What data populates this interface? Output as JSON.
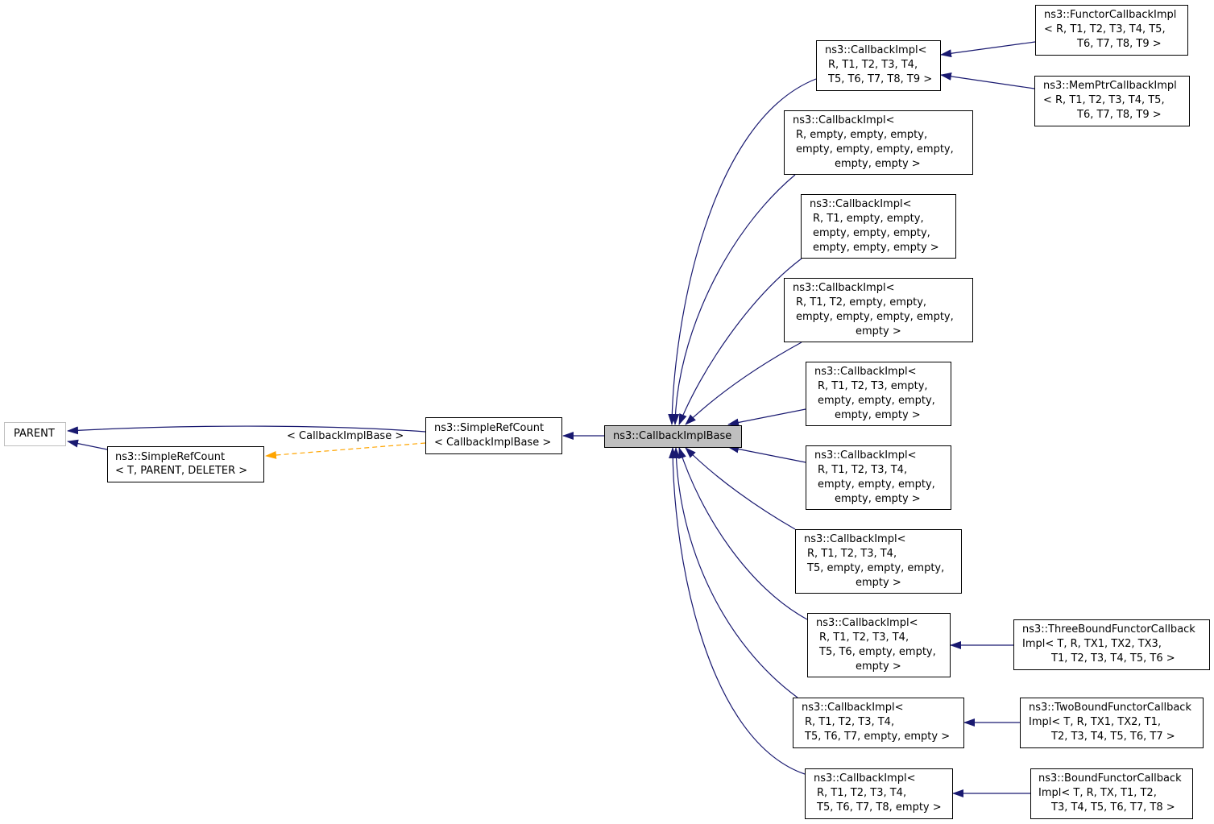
{
  "nodes": {
    "parent": {
      "lines": [
        "PARENT"
      ]
    },
    "simple_ref_count_template": {
      "lines": [
        "ns3::SimpleRefCount",
        "< T, PARENT, DELETER >"
      ]
    },
    "simple_ref_count_cib": {
      "lines": [
        "ns3::SimpleRefCount",
        "< CallbackImplBase >"
      ]
    },
    "callback_impl_base": {
      "lines": [
        "ns3::CallbackImplBase"
      ]
    },
    "ci_t9": {
      "lines": [
        "ns3::CallbackImpl<",
        "R, T1, T2, T3, T4,",
        "T5, T6, T7, T8, T9 >"
      ]
    },
    "functor_callback_impl": {
      "lines": [
        "ns3::FunctorCallbackImpl",
        "< R, T1, T2, T3, T4, T5,",
        "T6, T7, T8, T9 >"
      ]
    },
    "memptr_callback_impl": {
      "lines": [
        "ns3::MemPtrCallbackImpl",
        "< R, T1, T2, T3, T4, T5,",
        "T6, T7, T8, T9 >"
      ]
    },
    "ci_t0": {
      "lines": [
        "ns3::CallbackImpl<",
        "R, empty, empty, empty,",
        "empty, empty, empty, empty,",
        "empty, empty >"
      ]
    },
    "ci_t1": {
      "lines": [
        "ns3::CallbackImpl<",
        "R, T1, empty, empty,",
        "empty, empty, empty,",
        "empty, empty, empty >"
      ]
    },
    "ci_t2": {
      "lines": [
        "ns3::CallbackImpl<",
        "R, T1, T2, empty, empty,",
        "empty, empty, empty, empty,",
        "empty >"
      ]
    },
    "ci_t3": {
      "lines": [
        "ns3::CallbackImpl<",
        "R, T1, T2, T3, empty,",
        "empty, empty, empty,",
        "empty, empty >"
      ]
    },
    "ci_t4": {
      "lines": [
        "ns3::CallbackImpl<",
        "R, T1, T2, T3, T4,",
        "empty, empty, empty,",
        "empty, empty >"
      ]
    },
    "ci_t5": {
      "lines": [
        "ns3::CallbackImpl<",
        "R, T1, T2, T3, T4,",
        "T5, empty, empty, empty,",
        "empty >"
      ]
    },
    "ci_t6": {
      "lines": [
        "ns3::CallbackImpl<",
        "R, T1, T2, T3, T4,",
        "T5, T6, empty, empty,",
        "empty >"
      ]
    },
    "three_bound": {
      "lines": [
        "ns3::ThreeBoundFunctorCallback",
        "Impl< T, R, TX1, TX2, TX3,",
        "T1, T2, T3, T4, T5, T6 >"
      ]
    },
    "ci_t7": {
      "lines": [
        "ns3::CallbackImpl<",
        "R, T1, T2, T3, T4,",
        "T5, T6, T7, empty, empty >"
      ]
    },
    "two_bound": {
      "lines": [
        "ns3::TwoBoundFunctorCallback",
        "Impl< T, R, TX1, TX2, T1,",
        "T2, T3, T4, T5, T6, T7 >"
      ]
    },
    "ci_t8": {
      "lines": [
        "ns3::CallbackImpl<",
        "R, T1, T2, T3, T4,",
        "T5, T6, T7, T8, empty >"
      ]
    },
    "bound": {
      "lines": [
        "ns3::BoundFunctorCallback",
        "Impl< T, R, TX, T1, T2,",
        "T3, T4, T5, T6, T7, T8 >"
      ]
    }
  },
  "edge_labels": {
    "template_instance": "< CallbackImplBase >"
  },
  "colors": {
    "inheritance_edge": "#191970",
    "template_edge": "#ffa500",
    "highlight_fill": "#bfbfbf",
    "ghost_border": "#bfbfbf"
  }
}
